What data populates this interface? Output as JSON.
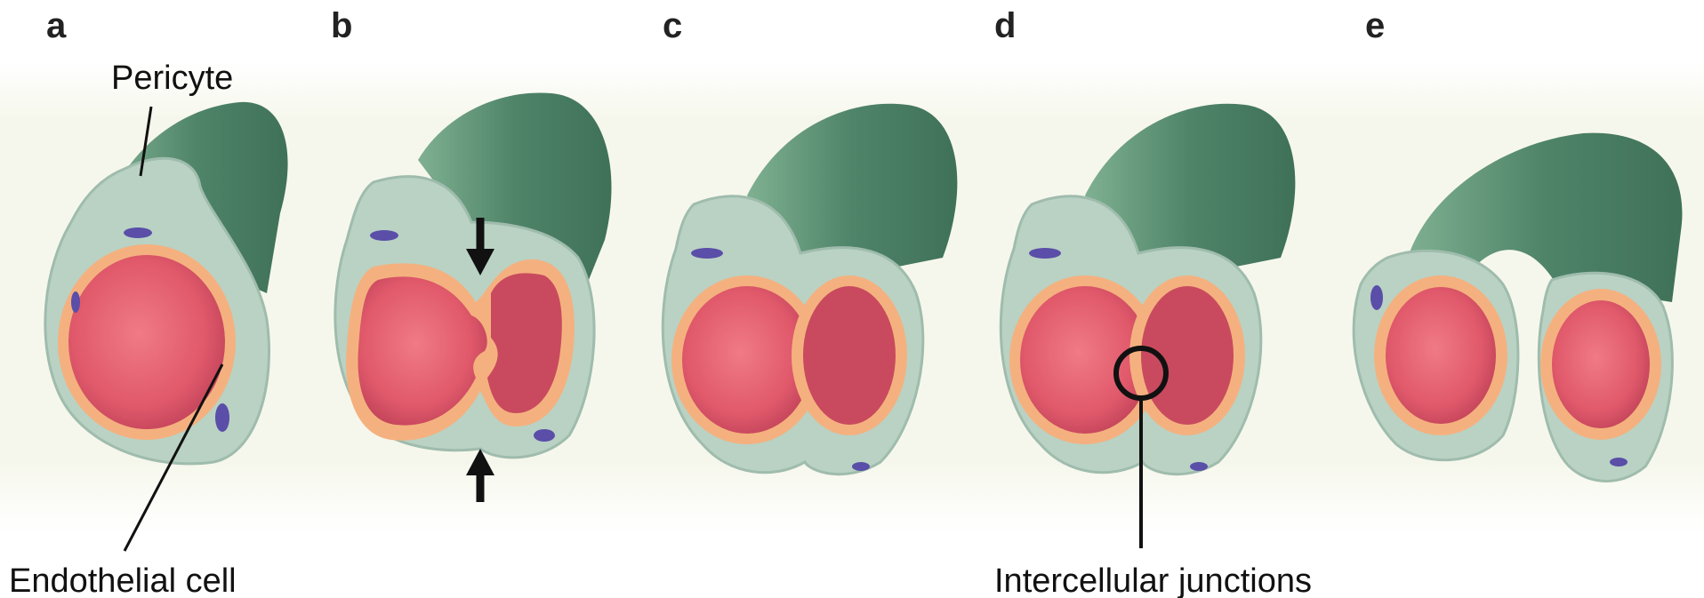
{
  "panels": [
    {
      "label": "a"
    },
    {
      "label": "b"
    },
    {
      "label": "c"
    },
    {
      "label": "d"
    },
    {
      "label": "e"
    }
  ],
  "callouts": {
    "pericyte": "Pericyte",
    "endothelial": "Endothelial cell",
    "junctions": "Intercellular junctions"
  },
  "colors": {
    "vessel_outer": "#5f9277",
    "vessel_dark": "#2f5c46",
    "pericyte": "#b9d2c4",
    "endothelium": "#f4b17f",
    "lumen": "#e35a6a",
    "lumen_dark": "#b23a55",
    "nucleus": "#5a4ea8",
    "background": "#f7f8ee"
  }
}
